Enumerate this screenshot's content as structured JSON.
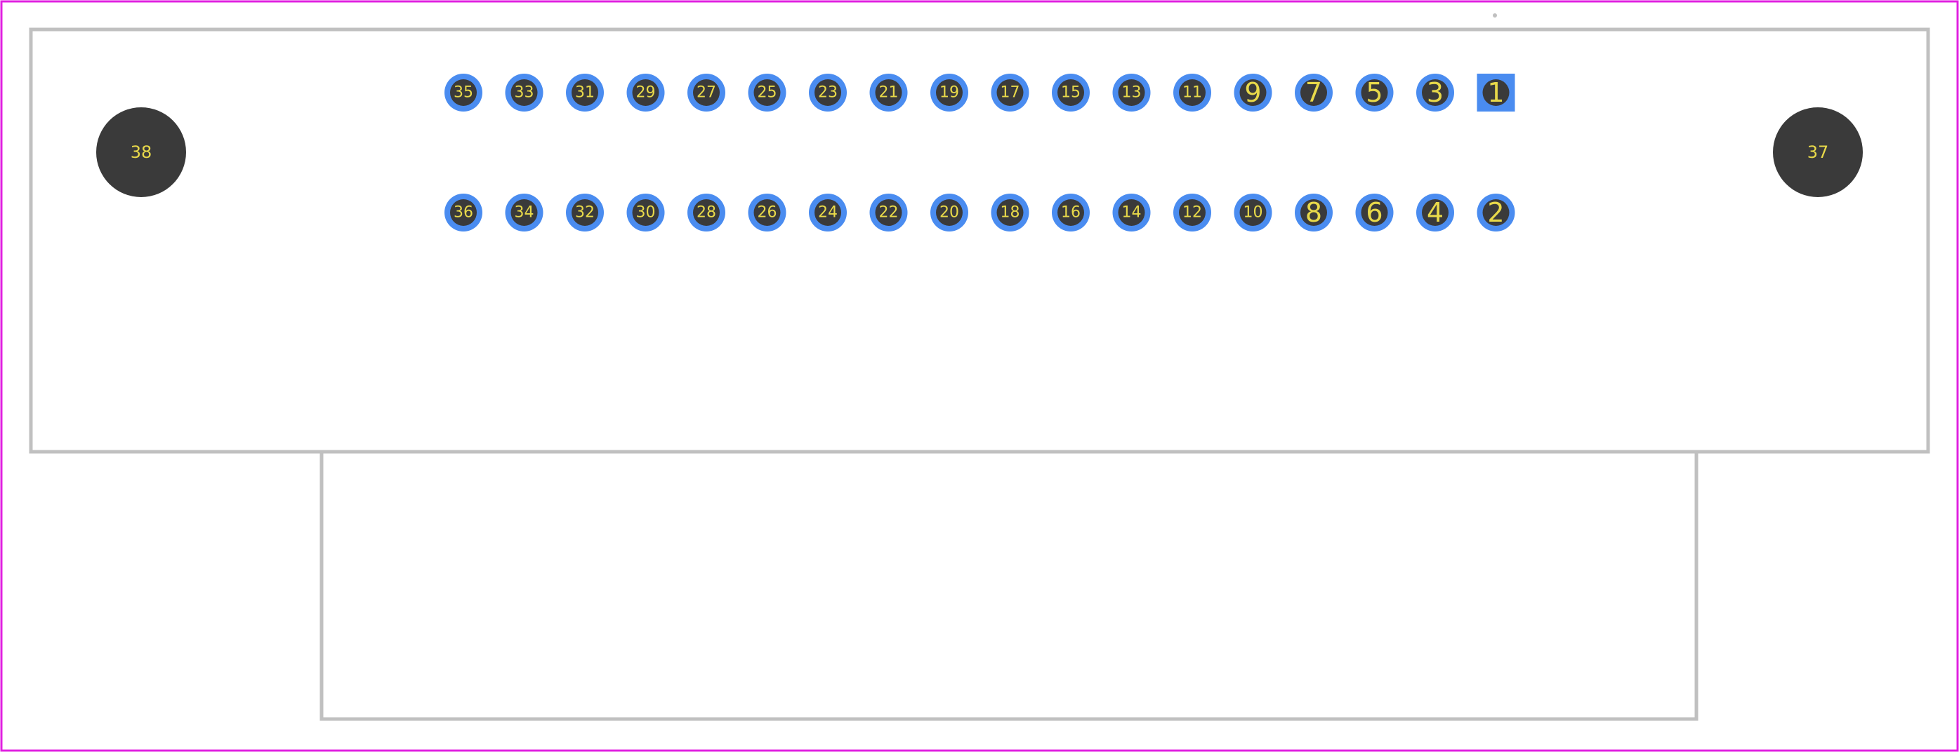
{
  "footprint": {
    "colors": {
      "border": "#e020e0",
      "outline": "#c0c0c0",
      "pad_copper": "#4a8cf0",
      "pad_hole": "#3a3a3a",
      "pad_label": "#e8d94a"
    },
    "signal_pads": {
      "top_row": [
        "35",
        "33",
        "31",
        "29",
        "27",
        "25",
        "23",
        "21",
        "19",
        "17",
        "15",
        "13",
        "11",
        "9",
        "7",
        "5",
        "3",
        "1"
      ],
      "bottom_row": [
        "36",
        "34",
        "32",
        "30",
        "28",
        "26",
        "24",
        "22",
        "20",
        "18",
        "16",
        "14",
        "12",
        "10",
        "8",
        "6",
        "4",
        "2"
      ],
      "square_pad": "1"
    },
    "mounting_holes": {
      "left": "38",
      "right": "37"
    }
  }
}
